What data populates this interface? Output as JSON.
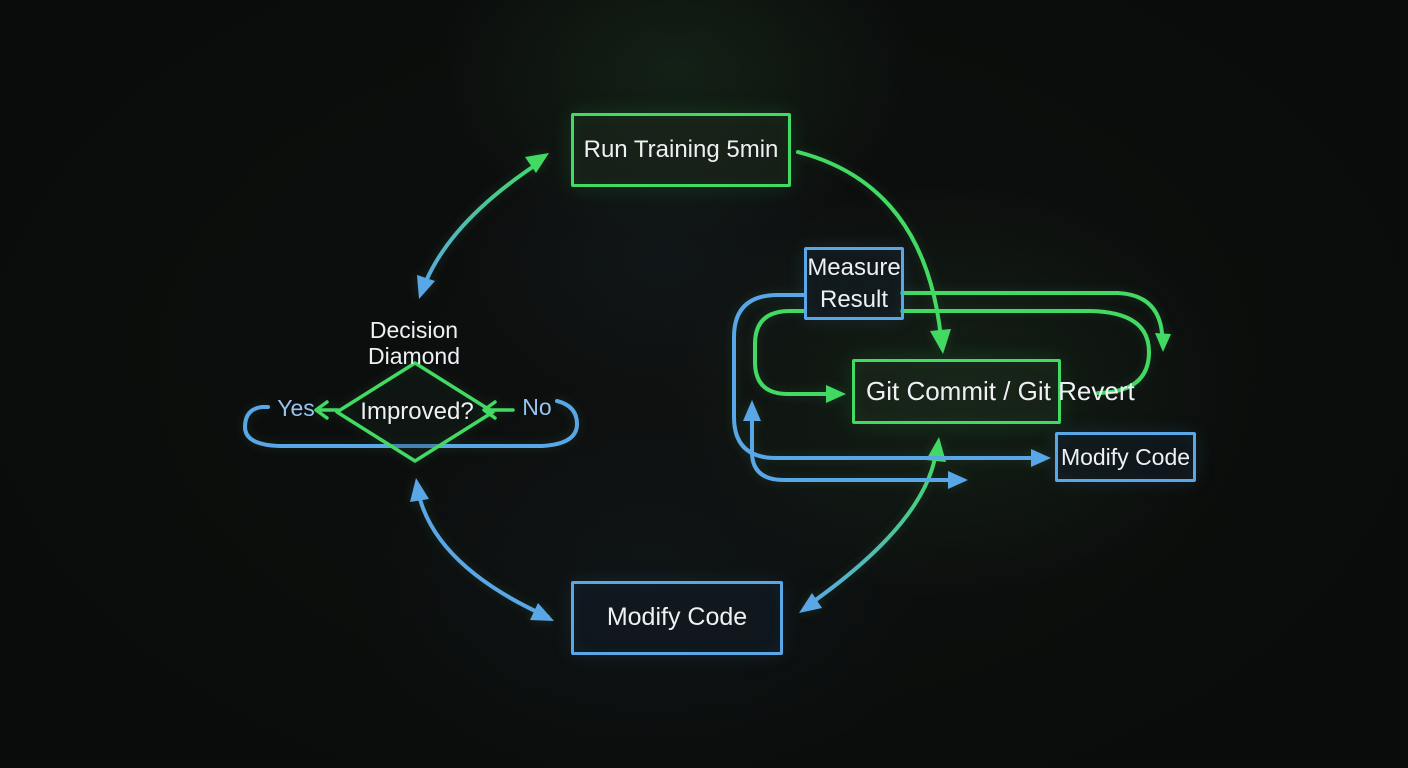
{
  "nodes": {
    "run_training": {
      "label": "Run Training 5min"
    },
    "measure_result": {
      "line1": "Measure",
      "line2": "Result"
    },
    "git_commit": {
      "label": "Git Commit / Git Revert"
    },
    "modify_code_right": {
      "label": "Modify Code"
    },
    "modify_code_bottom": {
      "label": "Modify Code"
    },
    "decision": {
      "line1": "Decision",
      "line2": "Diamond",
      "question": "Improved?"
    },
    "branch_yes": {
      "label": "Yes"
    },
    "branch_no": {
      "label": "No"
    }
  },
  "colors": {
    "green": "#42da62",
    "blue": "#5aa7e8",
    "label_blue": "#96c4ef",
    "text": "#eef1f4",
    "background": "#0a0c0b"
  }
}
